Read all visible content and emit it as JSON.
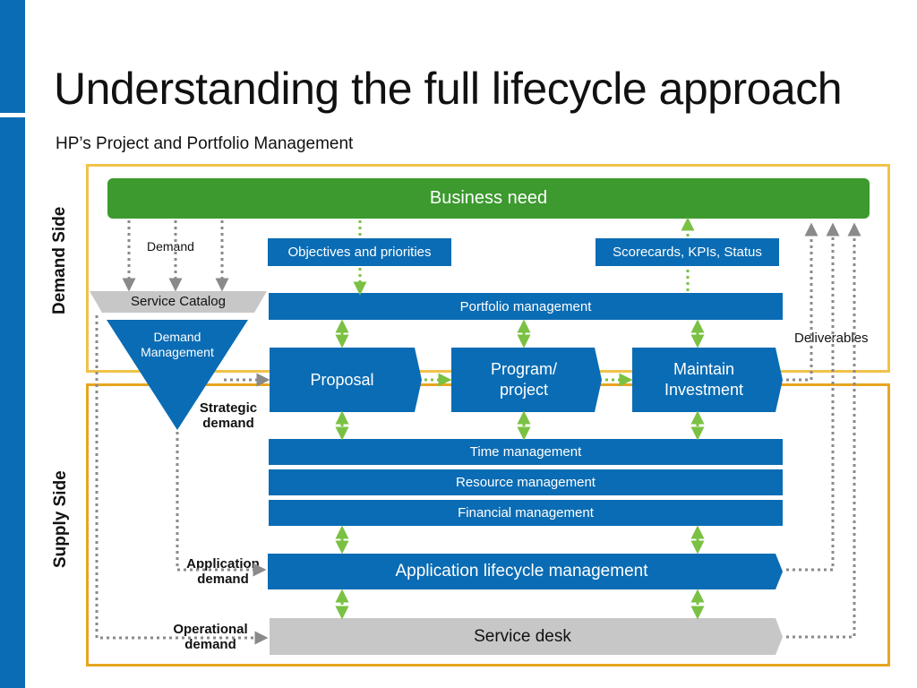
{
  "title": "Understanding the full lifecycle approach",
  "subtitle": "HP’s Project and Portfolio Management",
  "side_labels": {
    "demand": "Demand Side",
    "supply": "Supply Side"
  },
  "business_need": "Business need",
  "demand_label": "Demand",
  "service_catalog": "Service Catalog",
  "demand_management": "Demand Management",
  "objectives": "Objectives and priorities",
  "scorecards": "Scorecards, KPIs, Status",
  "portfolio_management": "Portfolio management",
  "deliverables": "Deliverables",
  "proposal": "Proposal",
  "program_project": "Program/ project",
  "maintain_investment": "Maintain Investment",
  "strategic_demand": "Strategic demand",
  "time_management": "Time management",
  "resource_management": "Resource management",
  "financial_management": "Financial management",
  "application_demand": "Application demand",
  "application_lifecycle": "Application lifecycle management",
  "operational_demand": "Operational demand",
  "service_desk": "Service desk",
  "colors": {
    "hp_blue": "#0a6cb4",
    "business_green": "#3c9a2e",
    "frame_yellow": "#f2c24a",
    "green_arrow": "#7ac143",
    "grey_arrow": "#8a8a8a"
  }
}
